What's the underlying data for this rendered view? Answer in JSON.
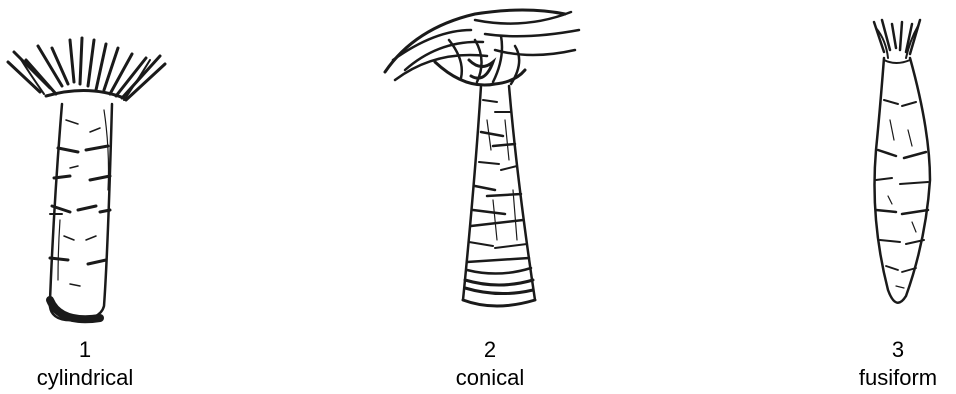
{
  "figures": [
    {
      "number": "1",
      "caption": "cylindrical",
      "shape": "cylindrical root"
    },
    {
      "number": "2",
      "caption": "conical",
      "shape": "conical root"
    },
    {
      "number": "3",
      "caption": "fusiform",
      "shape": "fusiform root"
    }
  ],
  "colors": {
    "ink": "#1a1a1a",
    "background": "#ffffff"
  }
}
